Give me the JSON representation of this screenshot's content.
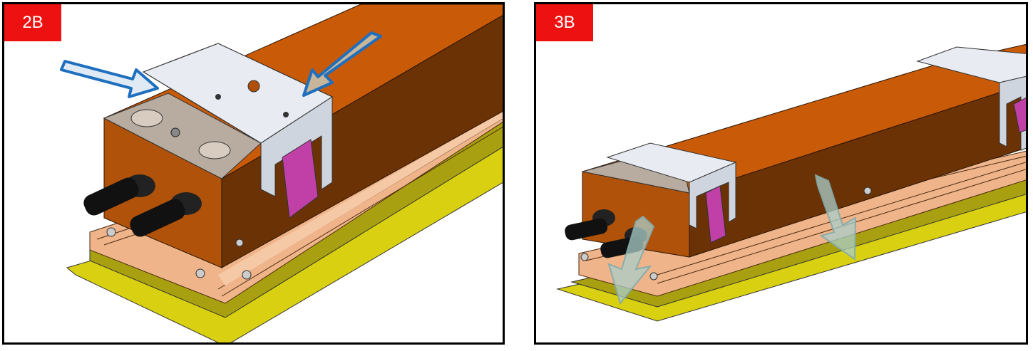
{
  "panels": [
    {
      "step_label": "2B",
      "arrows": 2,
      "arrow_style": "outlined-blue"
    },
    {
      "step_label": "3B",
      "arrows": 2,
      "arrow_style": "translucent-down"
    }
  ],
  "colors": {
    "badge": "#ee1111",
    "housing": "#c85a08",
    "housing_dark": "#6b3206",
    "plate": "#e8ecf2",
    "tab": "#c040a8",
    "base": "#d8d010",
    "gasket": "#efb48a",
    "arrow_blue": "#1f6fbf",
    "arrow_tan": "#c8b69a"
  }
}
